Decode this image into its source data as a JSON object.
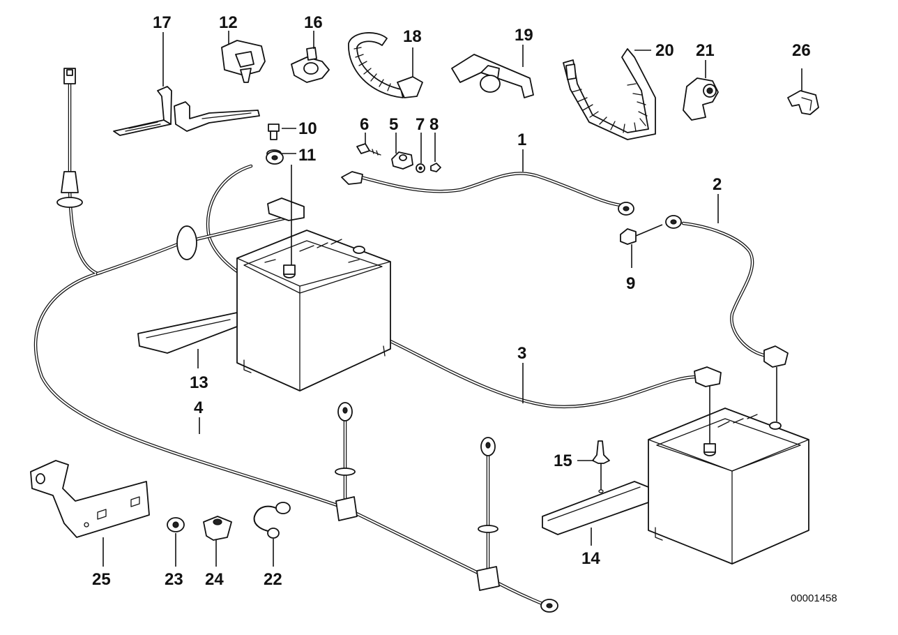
{
  "callouts": {
    "c1": "1",
    "c2": "2",
    "c3": "3",
    "c4": "4",
    "c5": "5",
    "c6": "6",
    "c7": "7",
    "c8": "8",
    "c9": "9",
    "c10": "10",
    "c11": "11",
    "c12": "12",
    "c13": "13",
    "c14": "14",
    "c15": "15",
    "c16": "16",
    "c17": "17",
    "c18": "18",
    "c19": "19",
    "c20": "20",
    "c21": "21",
    "c22": "22",
    "c23": "23",
    "c24": "24",
    "c25": "25",
    "c26": "26"
  },
  "document_number": "00001458"
}
